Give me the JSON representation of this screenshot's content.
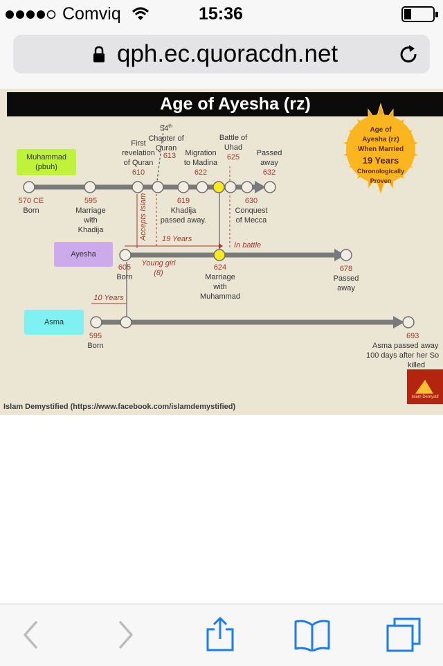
{
  "status_bar": {
    "carrier": "Comviq",
    "time": "15:36",
    "signal_dots_filled": 4,
    "signal_dots_total": 5,
    "battery_level": 0.2
  },
  "url_bar": {
    "url": "qph.ec.quoracdn.net"
  },
  "infographic": {
    "title": "Age of Ayesha (rz)",
    "badge": {
      "line1": "Age of",
      "line2": "Ayesha (rz)",
      "line3": "When Married",
      "line4": "19 Years",
      "line5": "Chronologically",
      "line6": "Proven"
    },
    "people": {
      "muhammad_line1": "Muhammad",
      "muhammad_line2": "(pbuh)",
      "ayesha": "Ayesha",
      "asma": "Asma"
    },
    "above_events": {
      "e54_line1": "54",
      "e54_sup": "th",
      "e54_line2": "Chapter of",
      "e54_line3": "Quran",
      "e54_year": "613",
      "first_line1": "First",
      "first_line2": "revelation",
      "first_line3": "of Quran",
      "first_year": "610",
      "migration_line1": "Migration",
      "migration_line2": "to Madina",
      "migration_year": "622",
      "battle_line1": "Battle of",
      "battle_line2": "Uhad",
      "battle_year": "625",
      "passed_line1": "Passed",
      "passed_line2": "away",
      "passed_year": "632"
    },
    "below_events": {
      "born_year": "570 CE",
      "born_label": "Born",
      "marriage_year": "595",
      "marriage_line1": "Marriage",
      "marriage_line2": "with",
      "marriage_line3": "Khadija",
      "khadija_year": "619",
      "khadija_line1": "Khadija",
      "khadija_line2": "passed away.",
      "conquest_year": "630",
      "conquest_line1": "Conquest",
      "conquest_line2": "of Mecca"
    },
    "annotations": {
      "accepts_islam": "Accepts Islam",
      "nineteen_years": "19 Years",
      "in_battle": "In battle",
      "young_girl": "Young girl",
      "eight": "(8)",
      "ten_years": "10 Years"
    },
    "ayesha_events": {
      "born_year": "605",
      "born_label": "Born",
      "marriage_year": "624",
      "marriage_line1": "Marriage",
      "marriage_line2": "with",
      "marriage_line3": "Muhammad",
      "passed_year": "678",
      "passed_line1": "Passed",
      "passed_line2": "away"
    },
    "asma_events": {
      "born_year": "595",
      "born_label": "Born",
      "passed_year": "693",
      "passed_line1": "Asma passed away",
      "passed_line2": "100 days after her So",
      "passed_line3": "killed"
    },
    "footer": "Islam Demystified (https://www.facebook.com/islamdemystified)",
    "logo_text": "Islam Demystif"
  },
  "colors": {
    "title_bar": "#0b0b0b",
    "background": "#ebe5d4",
    "timeline": "#7a7a7a",
    "muhammad_label": "#bff33a",
    "ayesha_label": "#ccaaec",
    "asma_label": "#7ff1f3",
    "highlight_node": "#f7ea1d",
    "accent_text": "#a03a2e",
    "ios_blue": "#1a7cf6"
  },
  "toolbar": {
    "back_icon": "chevron-left-icon",
    "forward_icon": "chevron-right-icon",
    "share_icon": "share-icon",
    "bookmarks_icon": "book-icon",
    "tabs_icon": "tabs-icon"
  }
}
